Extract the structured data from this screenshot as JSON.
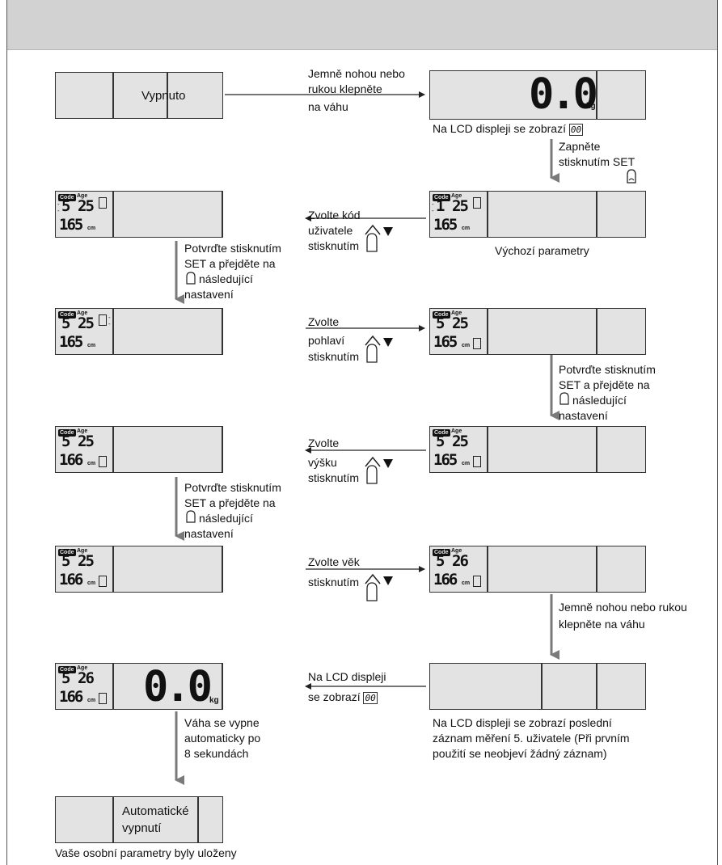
{
  "panels": {
    "off_text": "Vypnuto",
    "auto_off_text_1": "Automatické",
    "auto_off_text_2": "vypnutí",
    "zero_display": "0.0",
    "kg_unit": "kg",
    "code_badge": "Code",
    "age_label": "Age",
    "cm_unit": "cm",
    "states": [
      {
        "code": "5",
        "age": "25",
        "height": "165"
      },
      {
        "code": "1",
        "age": "25",
        "height": "165"
      },
      {
        "code": "5",
        "age": "25",
        "height": "165"
      },
      {
        "code": "5",
        "age": "25",
        "height": "165"
      },
      {
        "code": "5",
        "age": "25",
        "height": "166"
      },
      {
        "code": "5",
        "age": "25",
        "height": "165"
      },
      {
        "code": "5",
        "age": "25",
        "height": "166"
      },
      {
        "code": "5",
        "age": "26",
        "height": "166"
      },
      {
        "code": "5",
        "age": "26",
        "height": "166"
      }
    ]
  },
  "labels": {
    "tap_1": "Jemně nohou nebo",
    "tap_2": "rukou klepněte",
    "tap_3": "na váhu",
    "lcd_shows": "Na LCD displeji se zobrazí",
    "turn_on_1": "Zapněte",
    "turn_on_2": "stisknutím SET",
    "choose_code_1": "Zvolte kód",
    "choose_code_2": "uživatele",
    "choose_code_3": "stisknutím",
    "default_params": "Výchozí parametry",
    "confirm_1": "Potvrďte stisknutím",
    "confirm_2": "SET a přejděte na",
    "confirm_3": "následující",
    "confirm_4": "nastavení",
    "gender_1": "Zvolte",
    "gender_2": "pohlaví",
    "gender_3": "stisknutím",
    "height_1": "Zvolte",
    "height_2": "výšku",
    "height_3": "stisknutím",
    "age_1": "Zvolte věk",
    "age_2": "stisknutím",
    "tap2_1": "Jemně nohou nebo rukou",
    "tap2_2": "klepněte na váhu",
    "lcd2_1": "Na LCD displeji",
    "lcd2_2": "se zobrazí",
    "last_1": "Na LCD displeji se zobrazí poslední",
    "last_2": "záznam měření 5. uživatele (Při prvním",
    "last_3": "použití se neobjeví žádný záznam)",
    "autooff_1": "Váha se vypne",
    "autooff_2": "automaticky po",
    "autooff_3": "8 sekundách",
    "saved": "Vaše osobní parametry byly uloženy",
    "zero_glyph": "00"
  }
}
